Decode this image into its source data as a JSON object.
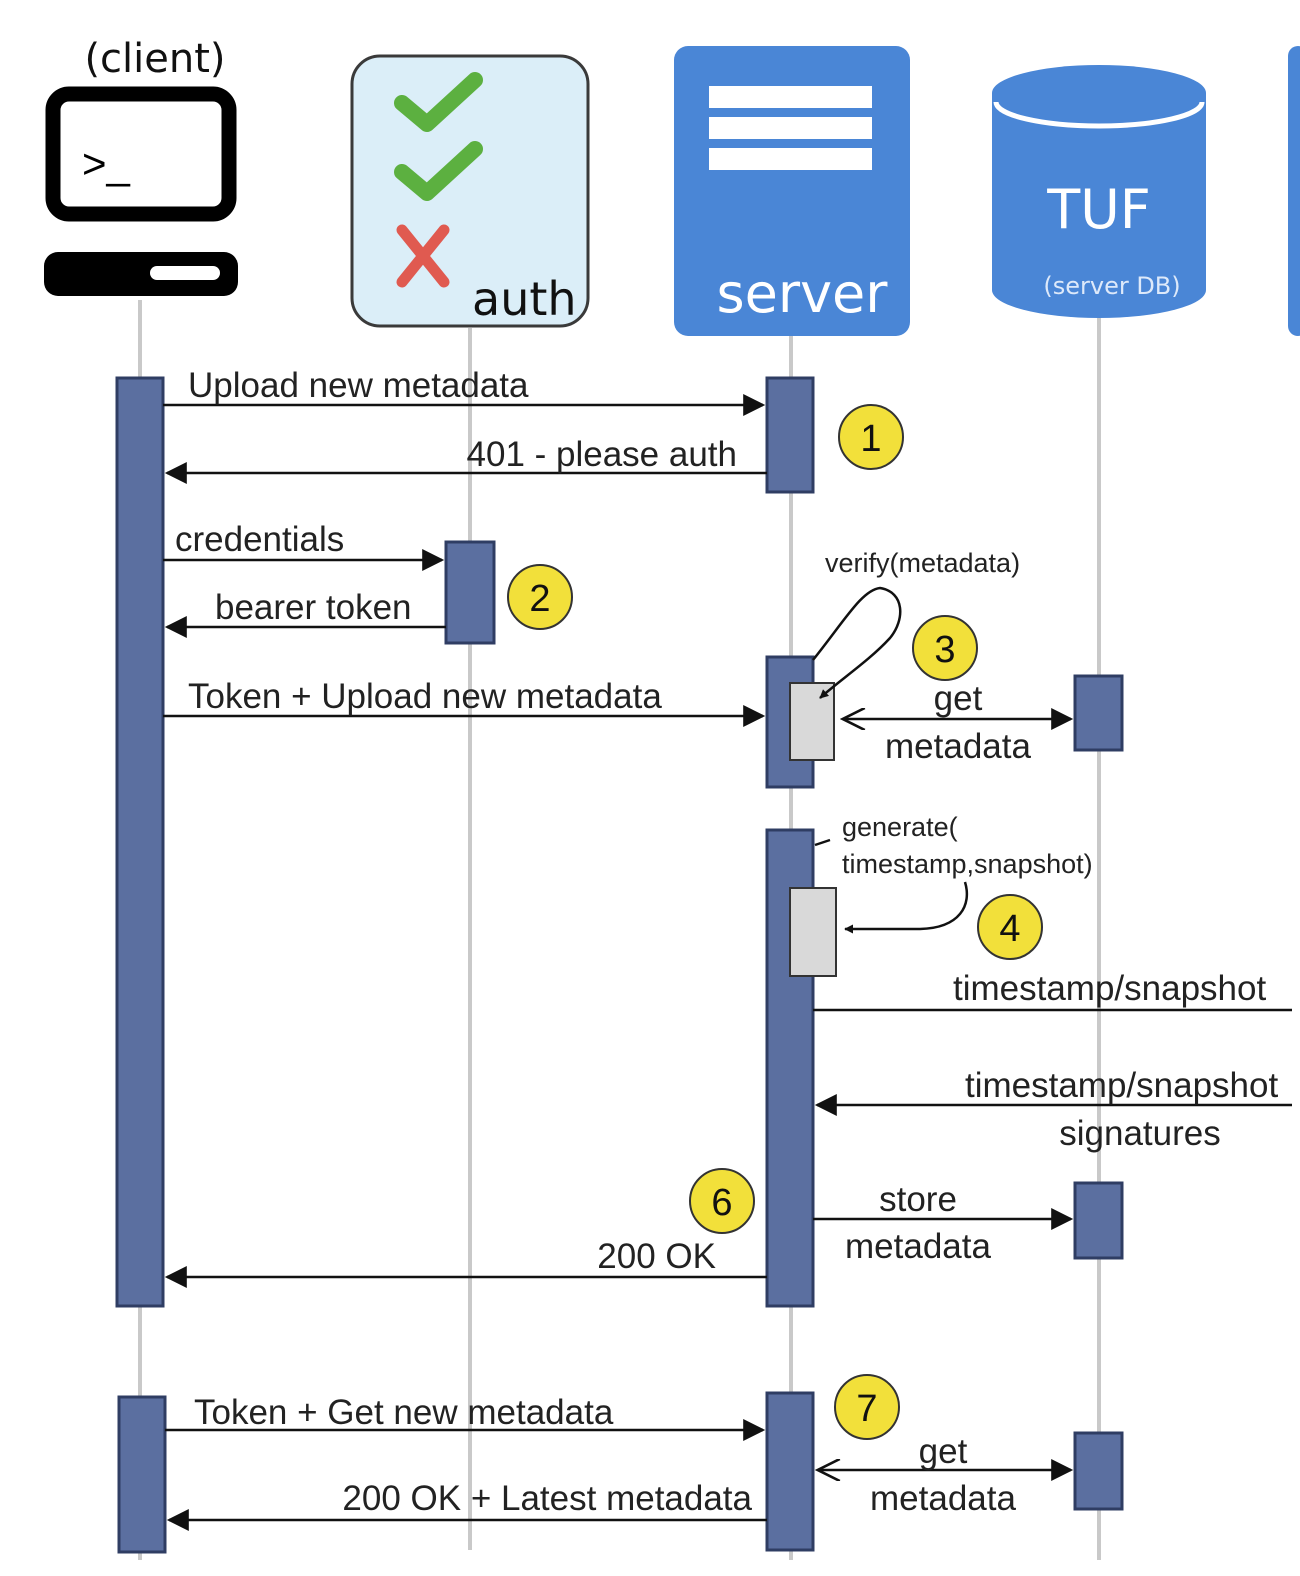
{
  "participants": {
    "client_label": "(client)",
    "terminal_prompt": ">_",
    "auth_label": "auth",
    "auth_marks": [
      "check",
      "check",
      "X"
    ],
    "server_label": "server",
    "tuf_label": "TUF",
    "tuf_sublabel": "(server DB)"
  },
  "messages": {
    "upload_new_metadata": "Upload new metadata",
    "please_auth": "401 - please auth",
    "credentials": "credentials",
    "bearer_token": "bearer token",
    "token_upload": "Token + Upload new metadata",
    "verify": "verify(metadata)",
    "get_1": "get",
    "metadata_1": "metadata",
    "generate_1": "generate(",
    "generate_2": "timestamp,snapshot)",
    "ts_snap_out": "timestamp/snapshot",
    "ts_snap_in": "timestamp/snapshot",
    "signatures": "signatures",
    "store": "store",
    "metadata_store": "metadata",
    "ok_200": "200 OK",
    "token_get": "Token + Get new metadata",
    "ok_latest": "200 OK + Latest metadata",
    "get_2": "get",
    "metadata_2": "metadata"
  },
  "steps": [
    "1",
    "2",
    "3",
    "4",
    "6",
    "7"
  ],
  "colors": {
    "activation": "#5b6fa0",
    "activation_stroke": "#2f3d63",
    "server_box": "#4a86d6",
    "auth_box": "#dbeef8",
    "badge": "#f2e03a",
    "check": "#5cb040",
    "cross": "#e05a50",
    "lifeline": "#c9c9c9",
    "nested": "#d9d9d9"
  }
}
